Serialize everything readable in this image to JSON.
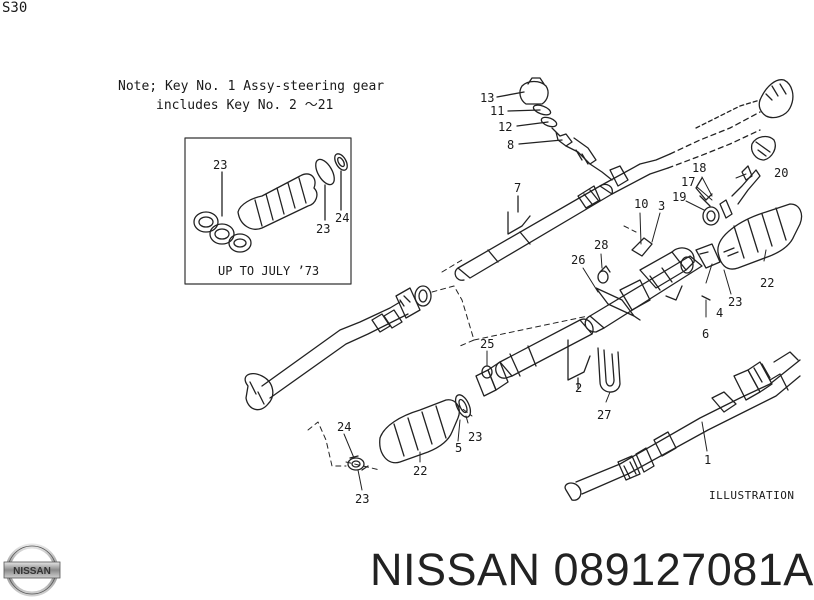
{
  "page_code": "S30",
  "note": {
    "line1": "Note; Key No.   1 Assy-steering gear",
    "line2": "includes Key No.    2 ～21"
  },
  "inset": {
    "caption": "UP TO JULY ’73",
    "callouts": [
      "23",
      "23",
      "24"
    ]
  },
  "callouts": {
    "c13": "13",
    "c11": "11",
    "c12": "12",
    "c8": "8",
    "c7": "7",
    "c10": "10",
    "c3": "3",
    "c28": "28",
    "c26": "26",
    "c18": "18",
    "c17": "17",
    "c19": "19",
    "c20": "20",
    "c22a": "22",
    "c23a": "23",
    "c4": "4",
    "c6": "6",
    "c25": "25",
    "c2": "2",
    "c27": "27",
    "c24": "24",
    "c23b": "23",
    "c5": "5",
    "c23c": "23",
    "c22b": "22",
    "c1": "1"
  },
  "illustration_label": "ILLUSTRATION",
  "brand_logo_text": "NISSAN",
  "part_title": "NISSAN 089127081A"
}
